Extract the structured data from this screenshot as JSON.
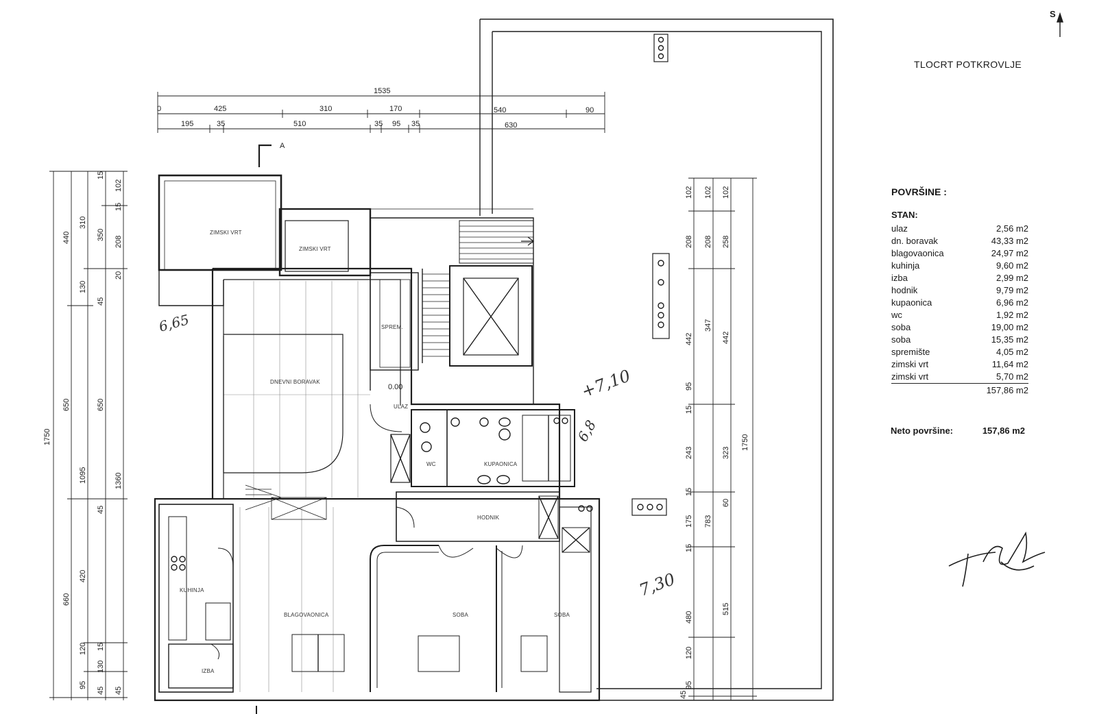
{
  "title": "TLOCRT POTKROVLJE",
  "north_label": "S",
  "rooms": {
    "zimski_vrt_1": "ZIMSKI VRT",
    "zimski_vrt_2": "ZIMSKI VRT",
    "dnevni_boravak": "DNEVNI BORAVAK",
    "spremiste": "SPREM.",
    "ulaz": "ULAZ",
    "wc": "WC",
    "kupaonica": "KUPAONICA",
    "hodnik": "HODNIK",
    "kuhinja": "KUHINJA",
    "blagovaonica": "BLAGOVAONICA",
    "soba_1": "SOBA",
    "soba_2": "SOBA",
    "izba": "IZBA"
  },
  "level_mark": "0.00",
  "section_mark": "A",
  "handwritten": {
    "n1": "+7,10",
    "n2": "6,8",
    "n3": "7,30",
    "n4": "6,65"
  },
  "dimensions": {
    "top_total": "1535",
    "top_row2": [
      "0",
      "425",
      "310",
      "170",
      "540",
      "90"
    ],
    "top_row3": [
      "195",
      "35",
      "510",
      "35",
      "95",
      "35",
      "630"
    ],
    "left_total": "1750",
    "left_a": [
      "440",
      "650",
      "660"
    ],
    "left_b": [
      "310",
      "130",
      "1095",
      "420",
      "120",
      "95"
    ],
    "left_c": [
      "15",
      "350",
      "45",
      "650",
      "45",
      "15",
      "130",
      "45"
    ],
    "left_d": [
      "102",
      "15",
      "208",
      "20",
      "1360",
      "45"
    ],
    "right_total": "1750",
    "right_a": [
      "102",
      "208",
      "442",
      "95",
      "15",
      "243",
      "15",
      "175",
      "15",
      "480",
      "120",
      "95",
      "45"
    ],
    "right_b": [
      "102",
      "208",
      "347",
      "783"
    ],
    "right_c": [
      "102",
      "258",
      "442",
      "323",
      "60",
      "515"
    ]
  },
  "areas": {
    "heading": "POVRŠINE :",
    "section": "STAN:",
    "items": [
      {
        "name": "ulaz",
        "value": "2,56 m2"
      },
      {
        "name": "dn. boravak",
        "value": "43,33 m2"
      },
      {
        "name": "blagovaonica",
        "value": "24,97 m2"
      },
      {
        "name": "kuhinja",
        "value": "9,60 m2"
      },
      {
        "name": "izba",
        "value": "2,99 m2"
      },
      {
        "name": "hodnik",
        "value": "9,79 m2"
      },
      {
        "name": "kupaonica",
        "value": "6,96 m2"
      },
      {
        "name": "wc",
        "value": "1,92 m2"
      },
      {
        "name": "soba",
        "value": "19,00 m2"
      },
      {
        "name": "soba",
        "value": "15,35 m2"
      },
      {
        "name": "spremište",
        "value": "4,05 m2"
      },
      {
        "name": "zimski vrt",
        "value": "11,64 m2"
      },
      {
        "name": "zimski vrt",
        "value": "5,70 m2"
      }
    ],
    "total": "157,86 m2",
    "neto_label": "Neto površine:",
    "neto_value": "157,86 m2"
  },
  "colors": {
    "line": "#1e1e1e",
    "grid": "#8a8a8a",
    "paper": "#ffffff"
  }
}
